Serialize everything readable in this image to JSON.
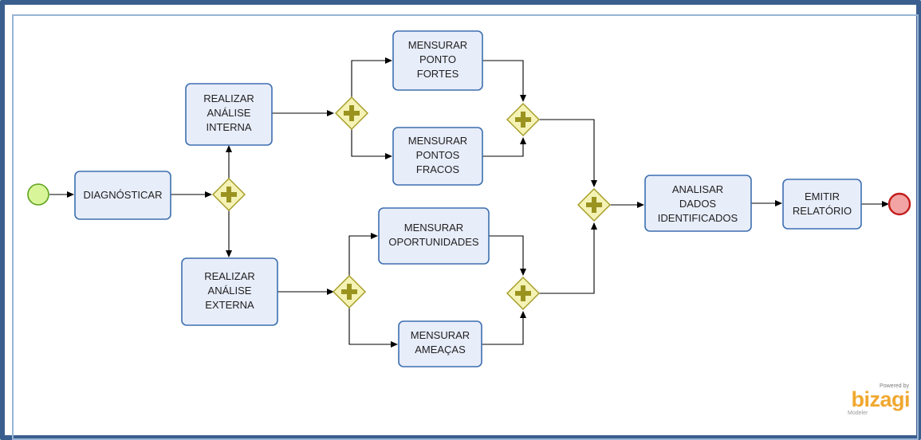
{
  "diagram": {
    "tasks": {
      "diagnosticar": [
        "DIAGNÓSTICAR"
      ],
      "analise_interna": [
        "REALIZAR",
        "ANÁLISE",
        "INTERNA"
      ],
      "analise_externa": [
        "REALIZAR",
        "ANÁLISE",
        "EXTERNA"
      ],
      "pontos_fortes": [
        "MENSURAR",
        "PONTO",
        "FORTES"
      ],
      "pontos_fracos": [
        "MENSURAR",
        "PONTOS",
        "FRACOS"
      ],
      "oportunidades": [
        "MENSURAR",
        "OPORTUNIDADES"
      ],
      "ameacas": [
        "MENSURAR",
        "AMEAÇAS"
      ],
      "analisar_dados": [
        "ANALISAR",
        "DADOS",
        "IDENTIFICADOS"
      ],
      "emitir_relatorio": [
        "EMITIR",
        "RELATÓRIO"
      ]
    },
    "colors": {
      "task_fill": "#e8edfa",
      "task_stroke": "#3d6fb0",
      "gateway_fill": "#f4f2b5",
      "gateway_stroke": "#a39a23",
      "start_fill": "#d9f59a",
      "start_stroke": "#5ea31b",
      "end_fill": "#f2a3a3",
      "end_stroke": "#c21d1d",
      "frame": "#3a5f8f"
    }
  },
  "branding": {
    "powered_by": "Powered by",
    "name": "bizagi",
    "product": "Modeler"
  }
}
